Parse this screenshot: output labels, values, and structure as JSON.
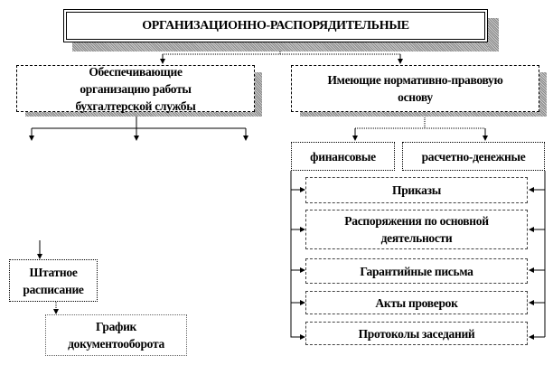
{
  "title": "ОРГАНИЗАЦИОННО-РАСПОРЯДИТЕЛЬНЫЕ",
  "left_branch": {
    "label": "Обеспечивающие организацию работы бухгалтерской службы",
    "children": [
      "Штатное расписание",
      "График документооборота"
    ]
  },
  "right_branch": {
    "label": "Имеющие нормативно-правовую основу",
    "categories": [
      "финансовые",
      "расчетно-денежные"
    ],
    "items": [
      "Приказы",
      "Распоряжения по основной деятельности",
      "Гарантийные письма",
      "Акты проверок",
      "Протоколы заседаний"
    ]
  }
}
